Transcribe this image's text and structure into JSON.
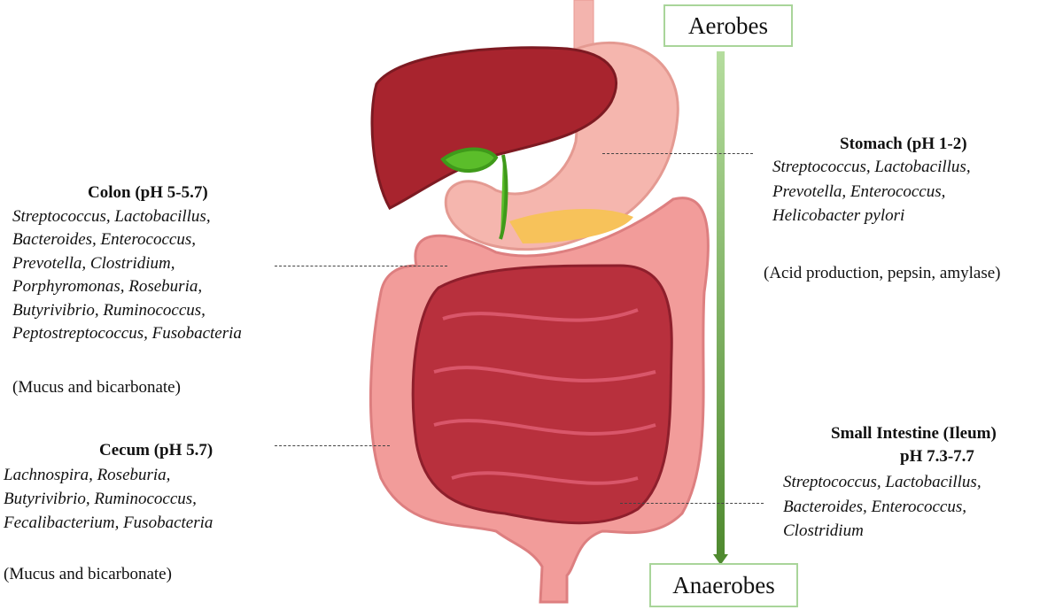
{
  "gradient": {
    "top_label": "Aerobes",
    "bottom_label": "Anaerobes",
    "arrow_colors": [
      "#b5dd9e",
      "#4f8a2f"
    ]
  },
  "stomach": {
    "title": "Stomach (pH 1-2)",
    "bacteria": [
      "Streptococcus, Lactobacillus,",
      "Prevotella, Enterococcus,",
      "Helicobacter pylori"
    ],
    "note": "(Acid production, pepsin, amylase)"
  },
  "colon": {
    "title": "Colon (pH 5-5.7)",
    "bacteria": [
      "Streptococcus, Lactobacillus,",
      "Bacteroides, Enterococcus,",
      "Prevotella, Clostridium,",
      "Porphyromonas, Roseburia,",
      "Butyrivibrio, Ruminococcus,",
      "Peptostreptococcus, Fusobacteria"
    ],
    "note": "(Mucus and bicarbonate)"
  },
  "cecum": {
    "title": "Cecum (pH 5.7)",
    "bacteria": [
      "Lachnospira, Roseburia,",
      "Butyrivibrio, Ruminococcus,",
      "Fecalibacterium, Fusobacteria"
    ],
    "note": "(Mucus and bicarbonate)"
  },
  "small_intestine": {
    "title": "Small Intestine (Ileum)",
    "subtitle": "pH 7.3-7.7",
    "bacteria": [
      "Streptococcus, Lactobacillus,",
      "Bacteroides, Enterococcus,",
      "Clostridium"
    ]
  }
}
